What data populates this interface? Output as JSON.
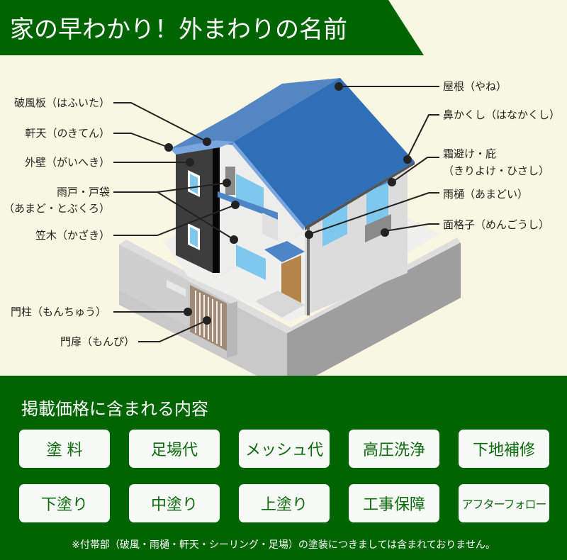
{
  "header": {
    "title": "家の早わかり！外まわりの名前"
  },
  "labels_left": [
    {
      "id": "hafuita",
      "text": "破風板（はふいた）"
    },
    {
      "id": "nokiten",
      "text": "軒天（のきてん）"
    },
    {
      "id": "gaiheki",
      "text": "外壁（がいへき）"
    },
    {
      "id": "amado_line1",
      "text": "雨戸・戸袋"
    },
    {
      "id": "amado_line2",
      "text": "（あまど・とぶくろ）"
    },
    {
      "id": "kasagi",
      "text": "笠木（かざき）"
    },
    {
      "id": "monchu",
      "text": "門柱（もんちゅう）"
    },
    {
      "id": "monpi",
      "text": "門扉（もんぴ）"
    }
  ],
  "labels_right": [
    {
      "id": "yane",
      "text": "屋根（やね）"
    },
    {
      "id": "hanakakushi",
      "text": "鼻かくし（はなかくし）"
    },
    {
      "id": "kiriyoke_line1",
      "text": "霜避け・庇"
    },
    {
      "id": "kiriyoke_line2",
      "text": "（きりよけ・ひさし）"
    },
    {
      "id": "amadoi",
      "text": "雨樋（あまどい）"
    },
    {
      "id": "mengoushi",
      "text": "面格子（めんごうし）"
    }
  ],
  "included": {
    "title": "掲載価格に含まれる内容",
    "items": [
      "塗 料",
      "足場代",
      "メッシュ代",
      "高圧洗浄",
      "下地補修",
      "下塗り",
      "中塗り",
      "上塗り",
      "工事保障",
      "アフターフォロー"
    ],
    "note": "※付帯部（破風・雨樋・軒天・シーリング・足場）の塗装につきましては含まれておりません。"
  },
  "colors": {
    "green": "#006400",
    "background": "#f8f8e2",
    "roof": "#3170b8",
    "chip_text": "#0b6b0b"
  }
}
